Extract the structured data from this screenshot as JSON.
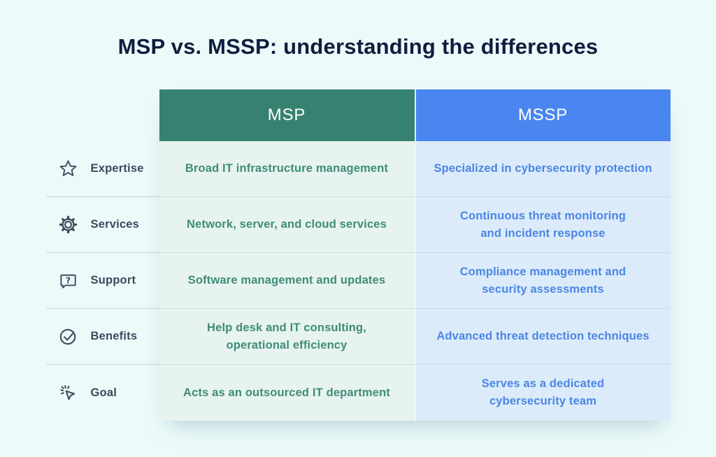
{
  "page": {
    "title": "MSP vs. MSSP: understanding the differences",
    "background_color": "#ecfafa",
    "title_color": "#0f1e3e"
  },
  "table": {
    "columns": [
      {
        "key": "msp",
        "label": "MSP",
        "header_bg": "#36816f",
        "cell_bg": "#e7f3ef",
        "text_color": "#3e8c7a"
      },
      {
        "key": "mssp",
        "label": "MSSP",
        "header_bg": "#4a86f0",
        "cell_bg": "#dcebfa",
        "text_color": "#4a86e4"
      }
    ],
    "rows": [
      {
        "icon": "star-icon",
        "label": "Expertise",
        "msp": "Broad IT infrastructure management",
        "mssp": "Specialized in cybersecurity protection"
      },
      {
        "icon": "gear-icon",
        "label": "Services",
        "msp": "Network, server, and cloud services",
        "mssp": "Continuous threat monitoring\nand incident response"
      },
      {
        "icon": "question-bubble-icon",
        "label": "Support",
        "msp": "Software management and updates",
        "mssp": "Compliance management and\nsecurity assessments"
      },
      {
        "icon": "check-circle-icon",
        "label": "Benefits",
        "msp": "Help desk and IT consulting,\noperational efficiency",
        "mssp": "Advanced threat detection techniques"
      },
      {
        "icon": "click-cursor-icon",
        "label": "Goal",
        "msp": "Acts as an outsourced IT department",
        "mssp": "Serves as a dedicated\ncybersecurity team"
      }
    ],
    "label_text_color": "#3b4a5c",
    "icon_color": "#3f4e5f"
  }
}
